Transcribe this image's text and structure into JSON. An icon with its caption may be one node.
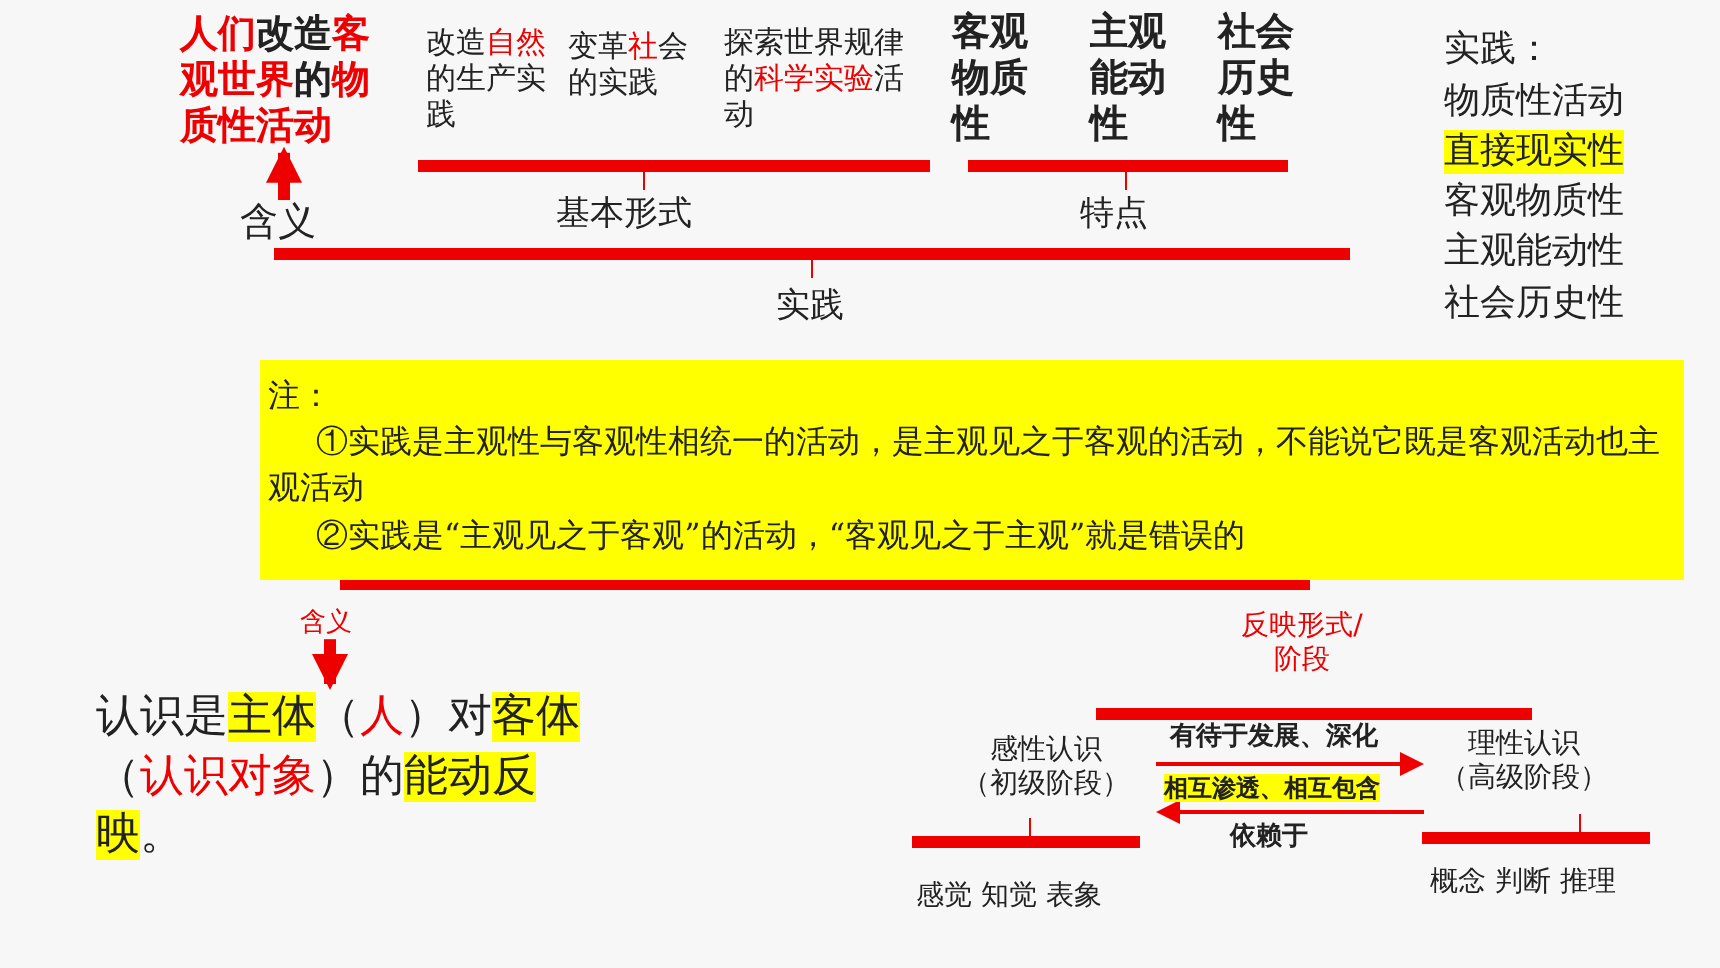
{
  "diagram": {
    "nodes": [
      {
        "text": [
          "含义"
        ]
      },
      {
        "text": [
          "**人们**改造**客观世界**的**物质性活动**"
        ]
      },
      {
        "text": [
          "注：",
          "①实践是主观性与客观性相统一的活动，是主观见之于客观的活动，不能说它既是客观活动也主观活动",
          "②实践是“主观见之于客观”的活动，“客观见之于主观”就是错误的"
        ]
      },
      {
        "text": [
          "含义"
        ]
      },
      {
        "text": [
          "认识是**主体**（*人*）对**客体**（*认识对象*）的**能动反映**。"
        ]
      },
      {
        "text": [
          "感性认识",
          "（初级阶段）"
        ]
      },
      {
        "text": [
          "理性认识",
          "（高级阶段）"
        ]
      }
    ],
    "edges": [
      {
        "from": 0,
        "to": 1,
        "arrow": "to",
        "style": "thick"
      },
      {
        "from": 3,
        "to": 4,
        "arrow": "to",
        "style": "thick"
      },
      {
        "from": 5,
        "to": 6,
        "arrow": "to",
        "label": "有待于发展、深化"
      },
      {
        "from": 6,
        "to": 5,
        "arrow": "to",
        "label": "依赖于"
      }
    ],
    "labels": [
      "改造**自然**的生产实践",
      "变革**社**会的实践",
      "探索世界规律的**科学实验**活动",
      "客观物质性",
      "主观能动性",
      "社会历史性",
      "基本形式",
      "特点",
      "实践",
      "实践：",
      "物质性活动",
      "直接现实性",
      "客观物质性",
      "主观能动性",
      "社会历史性",
      "反映形式/阶段",
      "相互渗透、相互包含",
      "感觉 知觉 表象",
      "概念 判断 推理"
    ]
  }
}
